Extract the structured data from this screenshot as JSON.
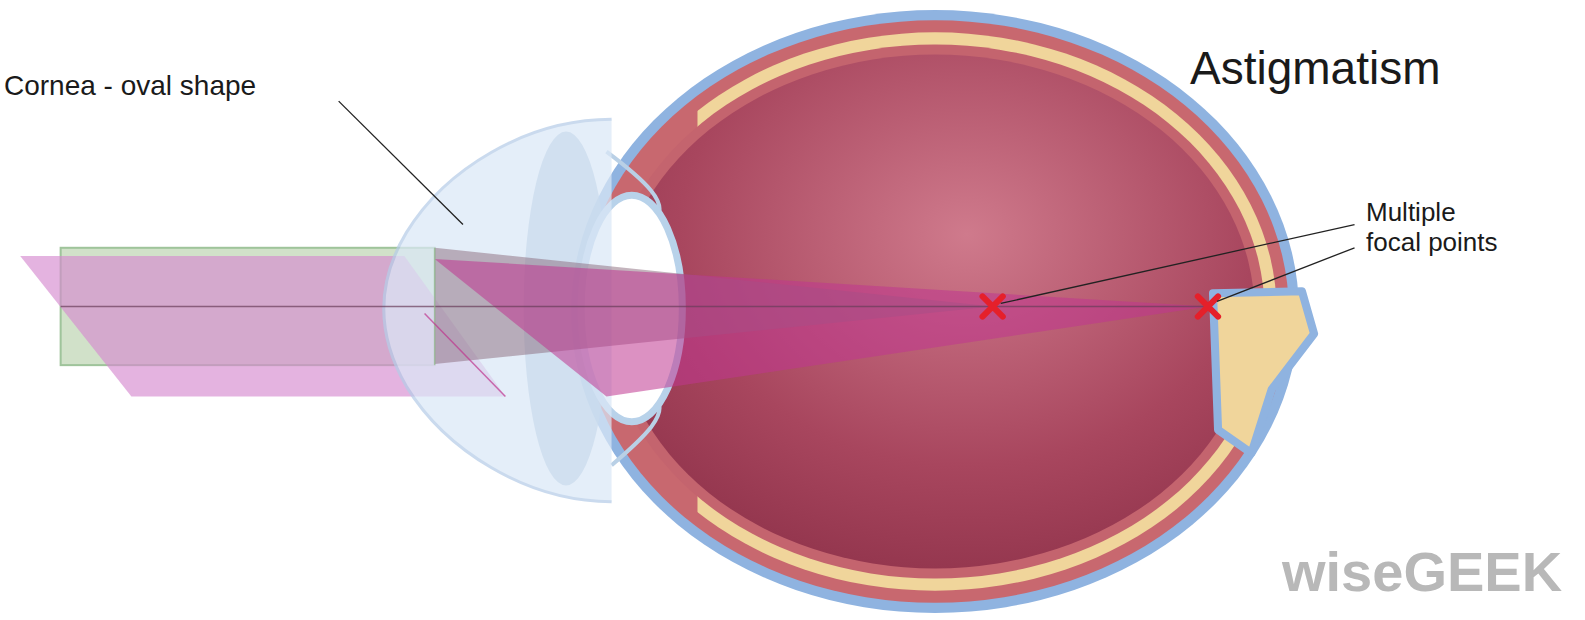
{
  "diagram": {
    "title": "Astigmatism",
    "labels": [
      "Cornea - oval shape",
      "Multiple focal points",
      "wiseGEEK"
    ]
  }
}
